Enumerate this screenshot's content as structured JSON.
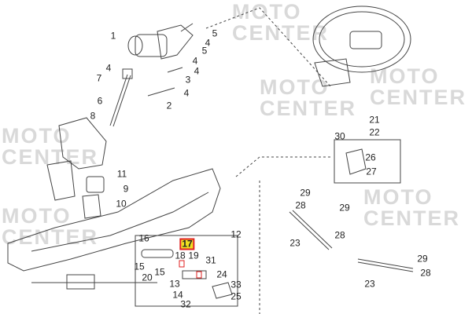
{
  "watermark": {
    "line1": "MOTO",
    "line2": "CENTER"
  },
  "callouts": [
    "1",
    "5",
    "4",
    "5",
    "4",
    "4",
    "7",
    "4",
    "3",
    "4",
    "6",
    "2",
    "8",
    "11",
    "9",
    "10",
    "12",
    "16",
    "17",
    "18",
    "19",
    "31",
    "15",
    "20",
    "15",
    "13",
    "14",
    "24",
    "33",
    "25",
    "32",
    "21",
    "22",
    "30",
    "26",
    "27",
    "29",
    "29",
    "28",
    "28",
    "23",
    "29",
    "28",
    "23"
  ],
  "highlighted_callout": "17",
  "colors": {
    "highlight": "#f0e020",
    "highlight_border": "#e02020",
    "line": "#444444",
    "watermark": "#d9d9d9"
  }
}
